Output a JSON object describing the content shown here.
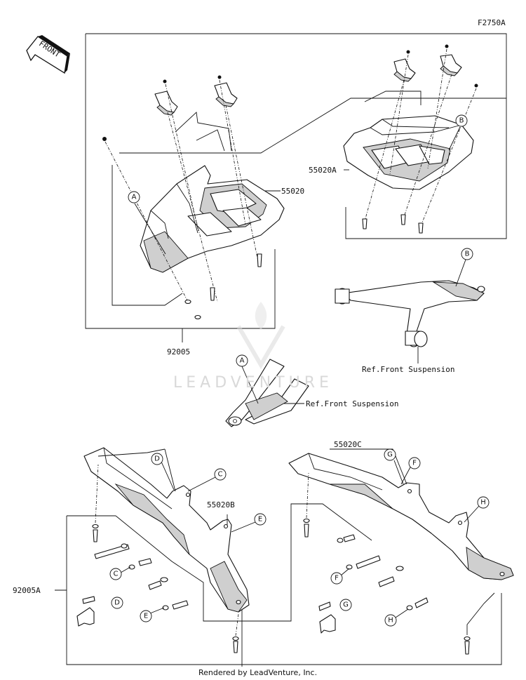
{
  "figure_code": "F2750A",
  "front_label": "FRONT",
  "part_numbers": {
    "guard_main": "55020",
    "guard_a": "55020A",
    "guard_b": "55020B",
    "guard_c": "55020C",
    "fastener_kit": "92005",
    "fastener_kit_a": "92005A"
  },
  "references": {
    "front_suspension_upper": "Ref.Front Suspension",
    "front_suspension_lower": "Ref.Front Suspension"
  },
  "callouts": {
    "a1": "A",
    "a2": "A",
    "b1": "B",
    "b2": "B",
    "c1": "C",
    "c2": "C",
    "d1": "D",
    "d2": "D",
    "e1": "E",
    "e2": "E",
    "f1": "F",
    "f2": "F",
    "g1": "G",
    "g2": "G",
    "h1": "H",
    "h2": "H"
  },
  "watermark": "LEADVENTURE",
  "footer": "Rendered by LeadVenture, Inc."
}
